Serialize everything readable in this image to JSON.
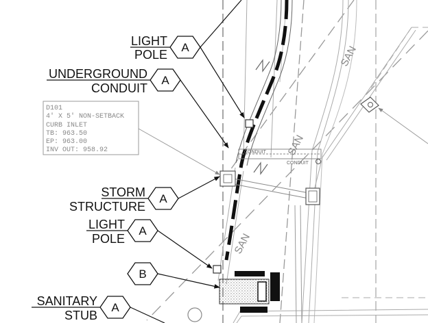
{
  "callouts": [
    {
      "line1": "LIGHT",
      "line2": "POLE",
      "tag": "A"
    },
    {
      "line1": "UNDERGROUND",
      "line2": "CONDUIT",
      "tag": "A"
    },
    {
      "line1": "STORM",
      "line2": "STRUCTURE",
      "tag": "A"
    },
    {
      "line1": "LIGHT",
      "line2": "POLE",
      "tag": "A"
    },
    {
      "tag": "B"
    },
    {
      "line1": "SANITARY",
      "line2": "STUB",
      "tag": "A"
    }
  ],
  "inlet_note": [
    "D101",
    "4' X 5' NON-SETBACK",
    "CURB INLET",
    "TB: 963.50",
    "EP: 963.00",
    "INV OUT: 958.92"
  ],
  "line_labels": {
    "san": "SAN",
    "conduit": "CONDUIT"
  }
}
